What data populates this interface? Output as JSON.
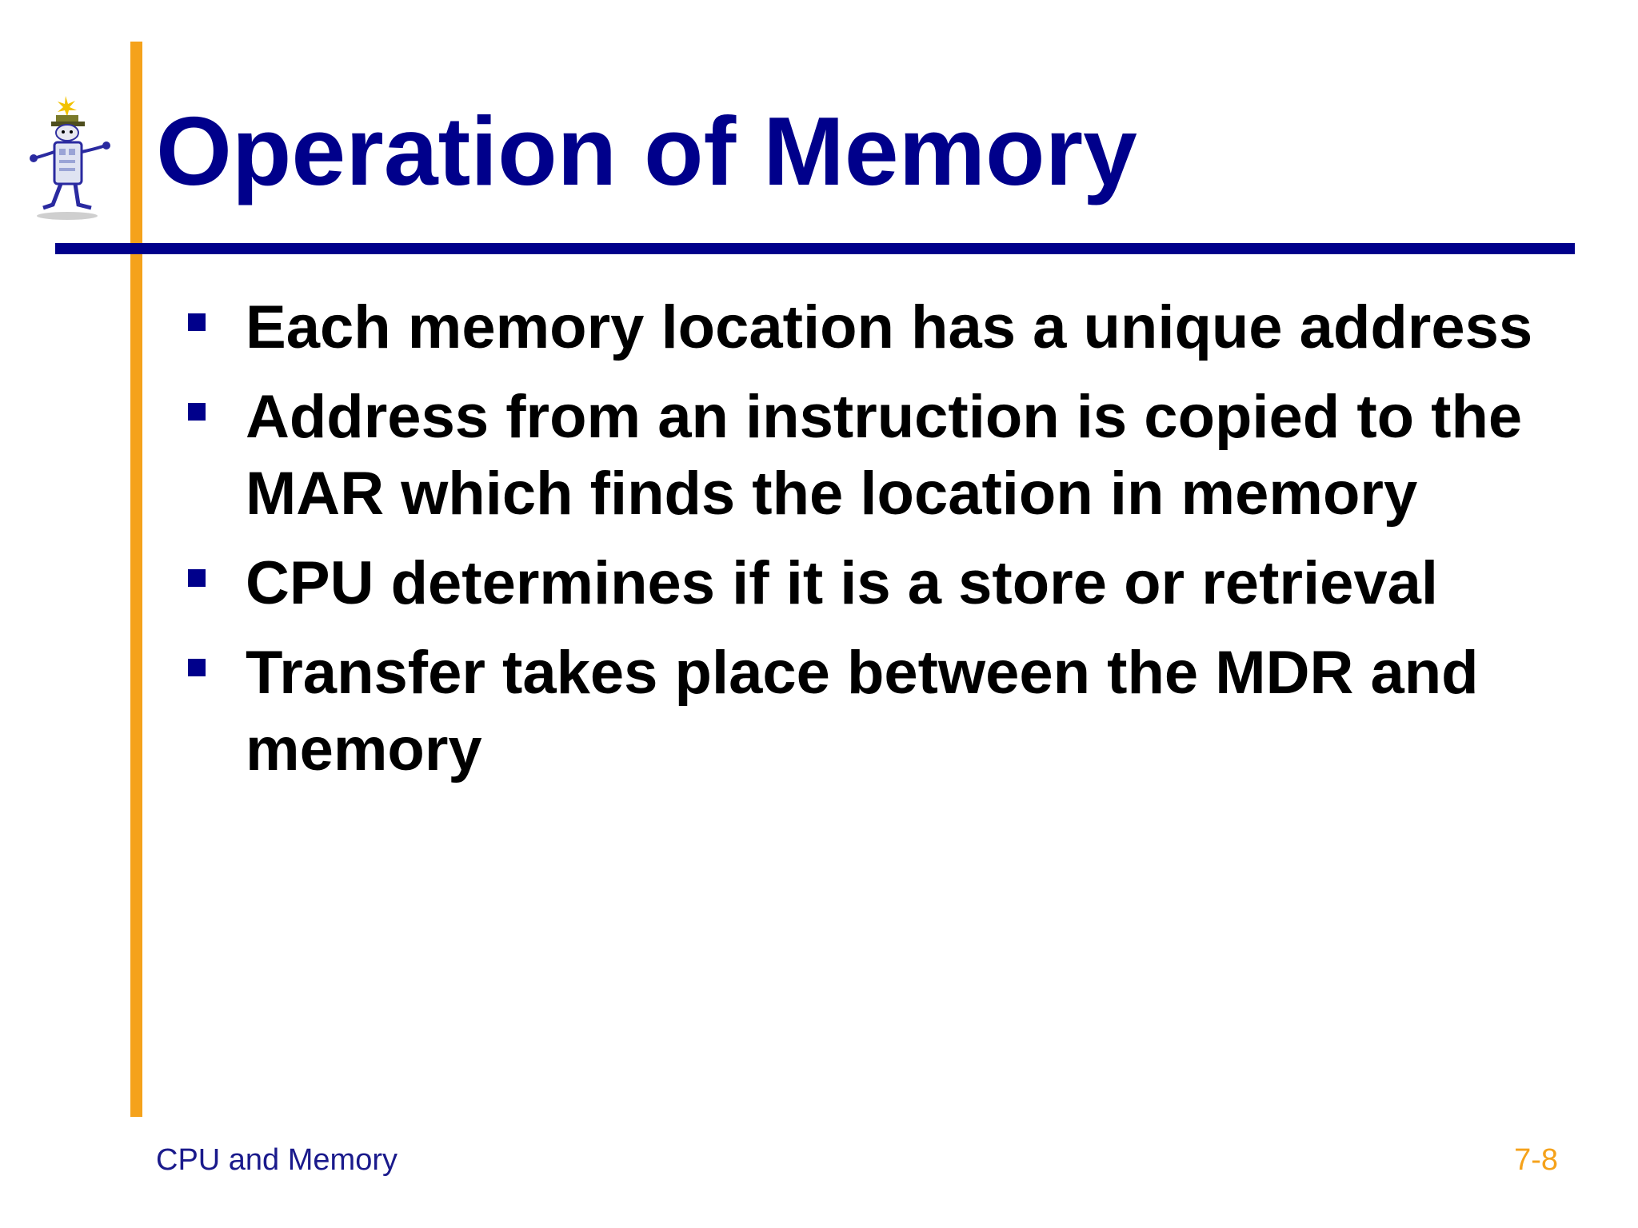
{
  "slide": {
    "title": "Operation of Memory",
    "bullets": [
      "Each memory location has a unique address",
      "Address from an instruction is copied to the MAR which finds the location in memory",
      "CPU determines if it is a store or retrieval",
      "Transfer takes place between the MDR and memory"
    ],
    "footer_left": "CPU and Memory",
    "footer_right": "7-8"
  },
  "colors": {
    "title": "#00008B",
    "accent_bar": "#F5A21B",
    "rule": "#00008B",
    "bullet_marker": "#00008B",
    "body_text": "#000000",
    "footer_left": "#1a1a8c",
    "footer_right": "#F5A21B"
  },
  "icons": {
    "logo": "walking-robot-mascot-icon"
  }
}
